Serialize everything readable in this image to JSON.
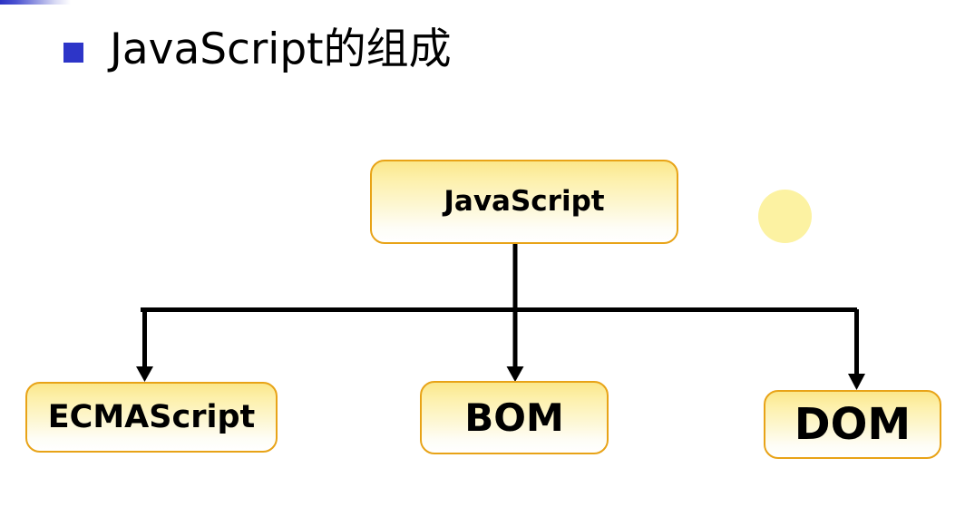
{
  "slide": {
    "title": "JavaScript的组成",
    "bullet_color": "#2d35c8",
    "accent_rule_color": "#2b32c4"
  },
  "diagram": {
    "type": "tree",
    "root": {
      "id": "javascript",
      "label": "JavaScript"
    },
    "children": [
      {
        "id": "ecmascript",
        "label": "ECMAScript"
      },
      {
        "id": "bom",
        "label": "BOM"
      },
      {
        "id": "dom",
        "label": "DOM"
      }
    ],
    "node_fill_top": "#fbe78b",
    "node_fill_bottom": "#ffffff",
    "node_border_color": "#e8a317",
    "connector_color": "#000000",
    "decoration": {
      "id": "yellow-dot",
      "shape": "circle",
      "color": "#fcf2a2"
    }
  }
}
